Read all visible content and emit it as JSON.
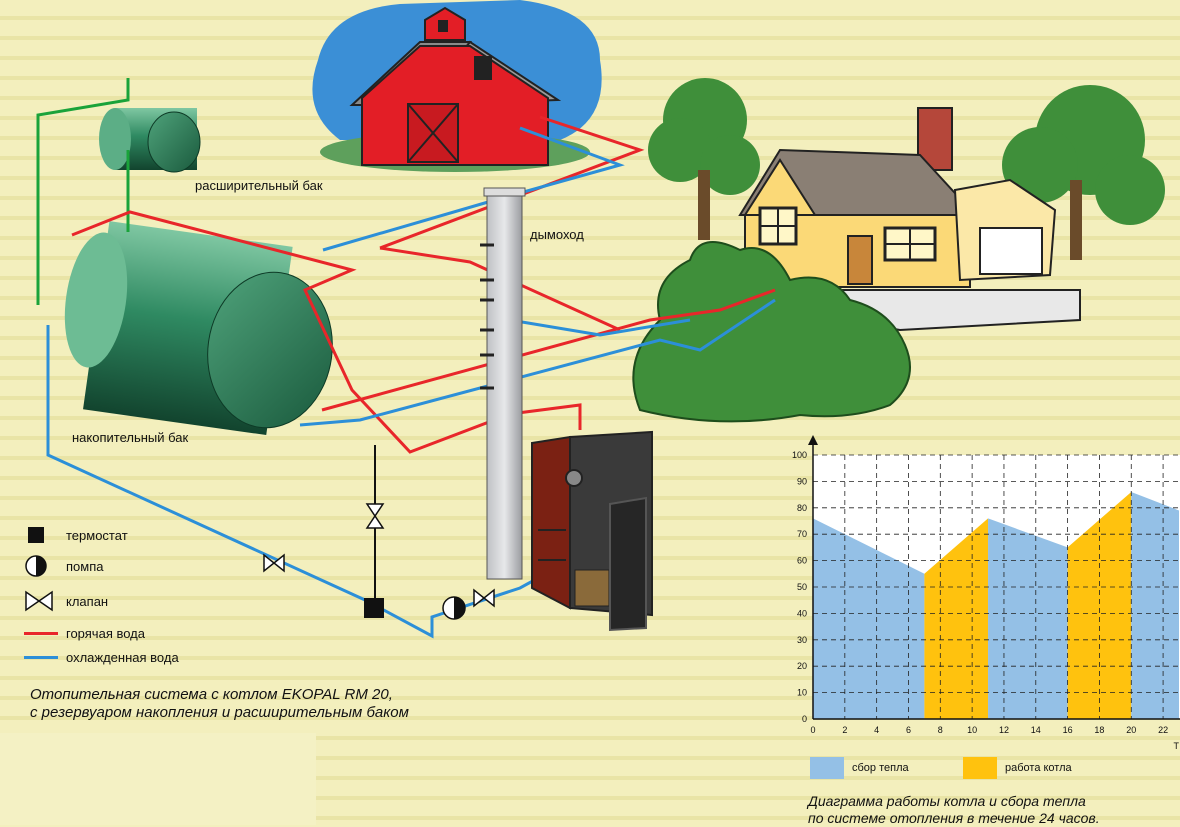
{
  "labels": {
    "expansion_tank": "расширительный бак",
    "chimney": "дымоход",
    "storage_tank": "накопительный бак"
  },
  "legend": [
    {
      "icon": "thermostat-icon",
      "label": "термостат"
    },
    {
      "icon": "pump-icon",
      "label": "помпа"
    },
    {
      "icon": "valve-icon",
      "label": "клапан"
    },
    {
      "icon": "hot-water-line-icon",
      "label": "горячая вода",
      "color": "#e8262a"
    },
    {
      "icon": "cold-water-line-icon",
      "label": "охлажденная вода",
      "color": "#2c8fd8"
    }
  ],
  "caption": {
    "line1": "Отопительная система с котлом EKOPAL RM 20,",
    "line2": "с резервуаром накопления и расширительным баком"
  },
  "colors": {
    "hot": "#e8262a",
    "cold": "#2c8fd8",
    "expansion_pipe": "#1aa33a",
    "tank": "#2f8a62",
    "heat_collection": "#94c0e6",
    "boiler_operation": "#ffc20e"
  },
  "chart_data": {
    "type": "area",
    "x": [
      0,
      7,
      11,
      16,
      20,
      23
    ],
    "xlim": [
      0,
      23
    ],
    "ylim": [
      0,
      100
    ],
    "xticks": [
      "0",
      "2",
      "4",
      "6",
      "8",
      "10",
      "12",
      "14",
      "16",
      "18",
      "20",
      "22"
    ],
    "yticks": [
      "0",
      "10",
      "20",
      "30",
      "40",
      "50",
      "60",
      "70",
      "80",
      "90",
      "100"
    ],
    "xlabel": "Т",
    "grid": true,
    "segments": [
      {
        "series": "сбор тепла",
        "x": [
          0,
          7
        ],
        "y": [
          76,
          55
        ]
      },
      {
        "series": "работа котла",
        "x": [
          7,
          11
        ],
        "y": [
          55,
          76
        ]
      },
      {
        "series": "сбор тепла",
        "x": [
          11,
          16
        ],
        "y": [
          76,
          65
        ]
      },
      {
        "series": "работа котла",
        "x": [
          16,
          20
        ],
        "y": [
          65,
          86
        ]
      },
      {
        "series": "сбор тепла",
        "x": [
          20,
          23
        ],
        "y": [
          86,
          79
        ]
      }
    ],
    "legend": [
      {
        "name": "сбор тепла",
        "color": "#94c0e6"
      },
      {
        "name": "работа котла",
        "color": "#ffc20e"
      }
    ],
    "caption_line1": "Диаграмма работы котла и сбора тепла",
    "caption_line2": "по системе отопления в течение 24 часов."
  }
}
